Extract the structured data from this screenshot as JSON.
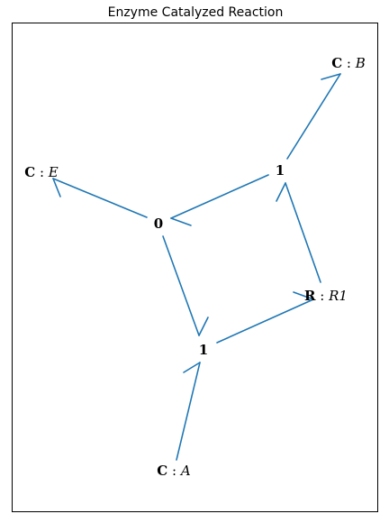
{
  "title": "Enzyme Catalyzed Reaction",
  "colors": {
    "bond": "#1f77b4",
    "text": "#000000",
    "frame": "#000000"
  },
  "nodes": {
    "ce": {
      "kind": "C",
      "sep": " : ",
      "name": "E"
    },
    "cb": {
      "kind": "C",
      "sep": " : ",
      "name": "B"
    },
    "ca": {
      "kind": "C",
      "sep": " : ",
      "name": "A"
    },
    "r1": {
      "kind": "R",
      "sep": " : ",
      "name": "R1"
    },
    "j0": {
      "label": "0"
    },
    "j1_top": {
      "label": "1"
    },
    "j1_bottom": {
      "label": "1"
    }
  }
}
